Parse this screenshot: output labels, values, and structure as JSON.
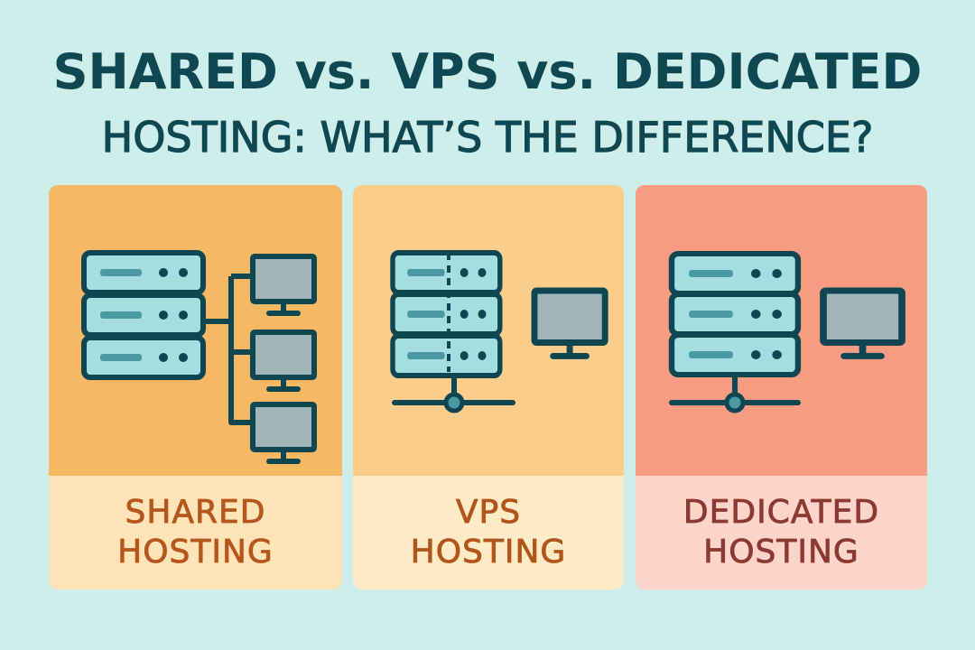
{
  "title": {
    "line1": "SHARED vs. VPS vs. DEDICATED",
    "line2": "HOSTING: WHAT’S THE DIFFERENCE?"
  },
  "cards": [
    {
      "line1": "SHARED",
      "line2": "HOSTING",
      "icon": "server-multiple-clients-icon"
    },
    {
      "line1": "VPS",
      "line2": "HOSTING",
      "icon": "partitioned-server-icon"
    },
    {
      "line1": "DEDICATED",
      "line2": "HOSTING",
      "icon": "dedicated-server-icon"
    }
  ],
  "colors": {
    "background": "#cdeeeb",
    "title": "#0f4753",
    "shared": "#f6b862",
    "vps": "#fbcd8b",
    "dedicated": "#f79b82"
  }
}
